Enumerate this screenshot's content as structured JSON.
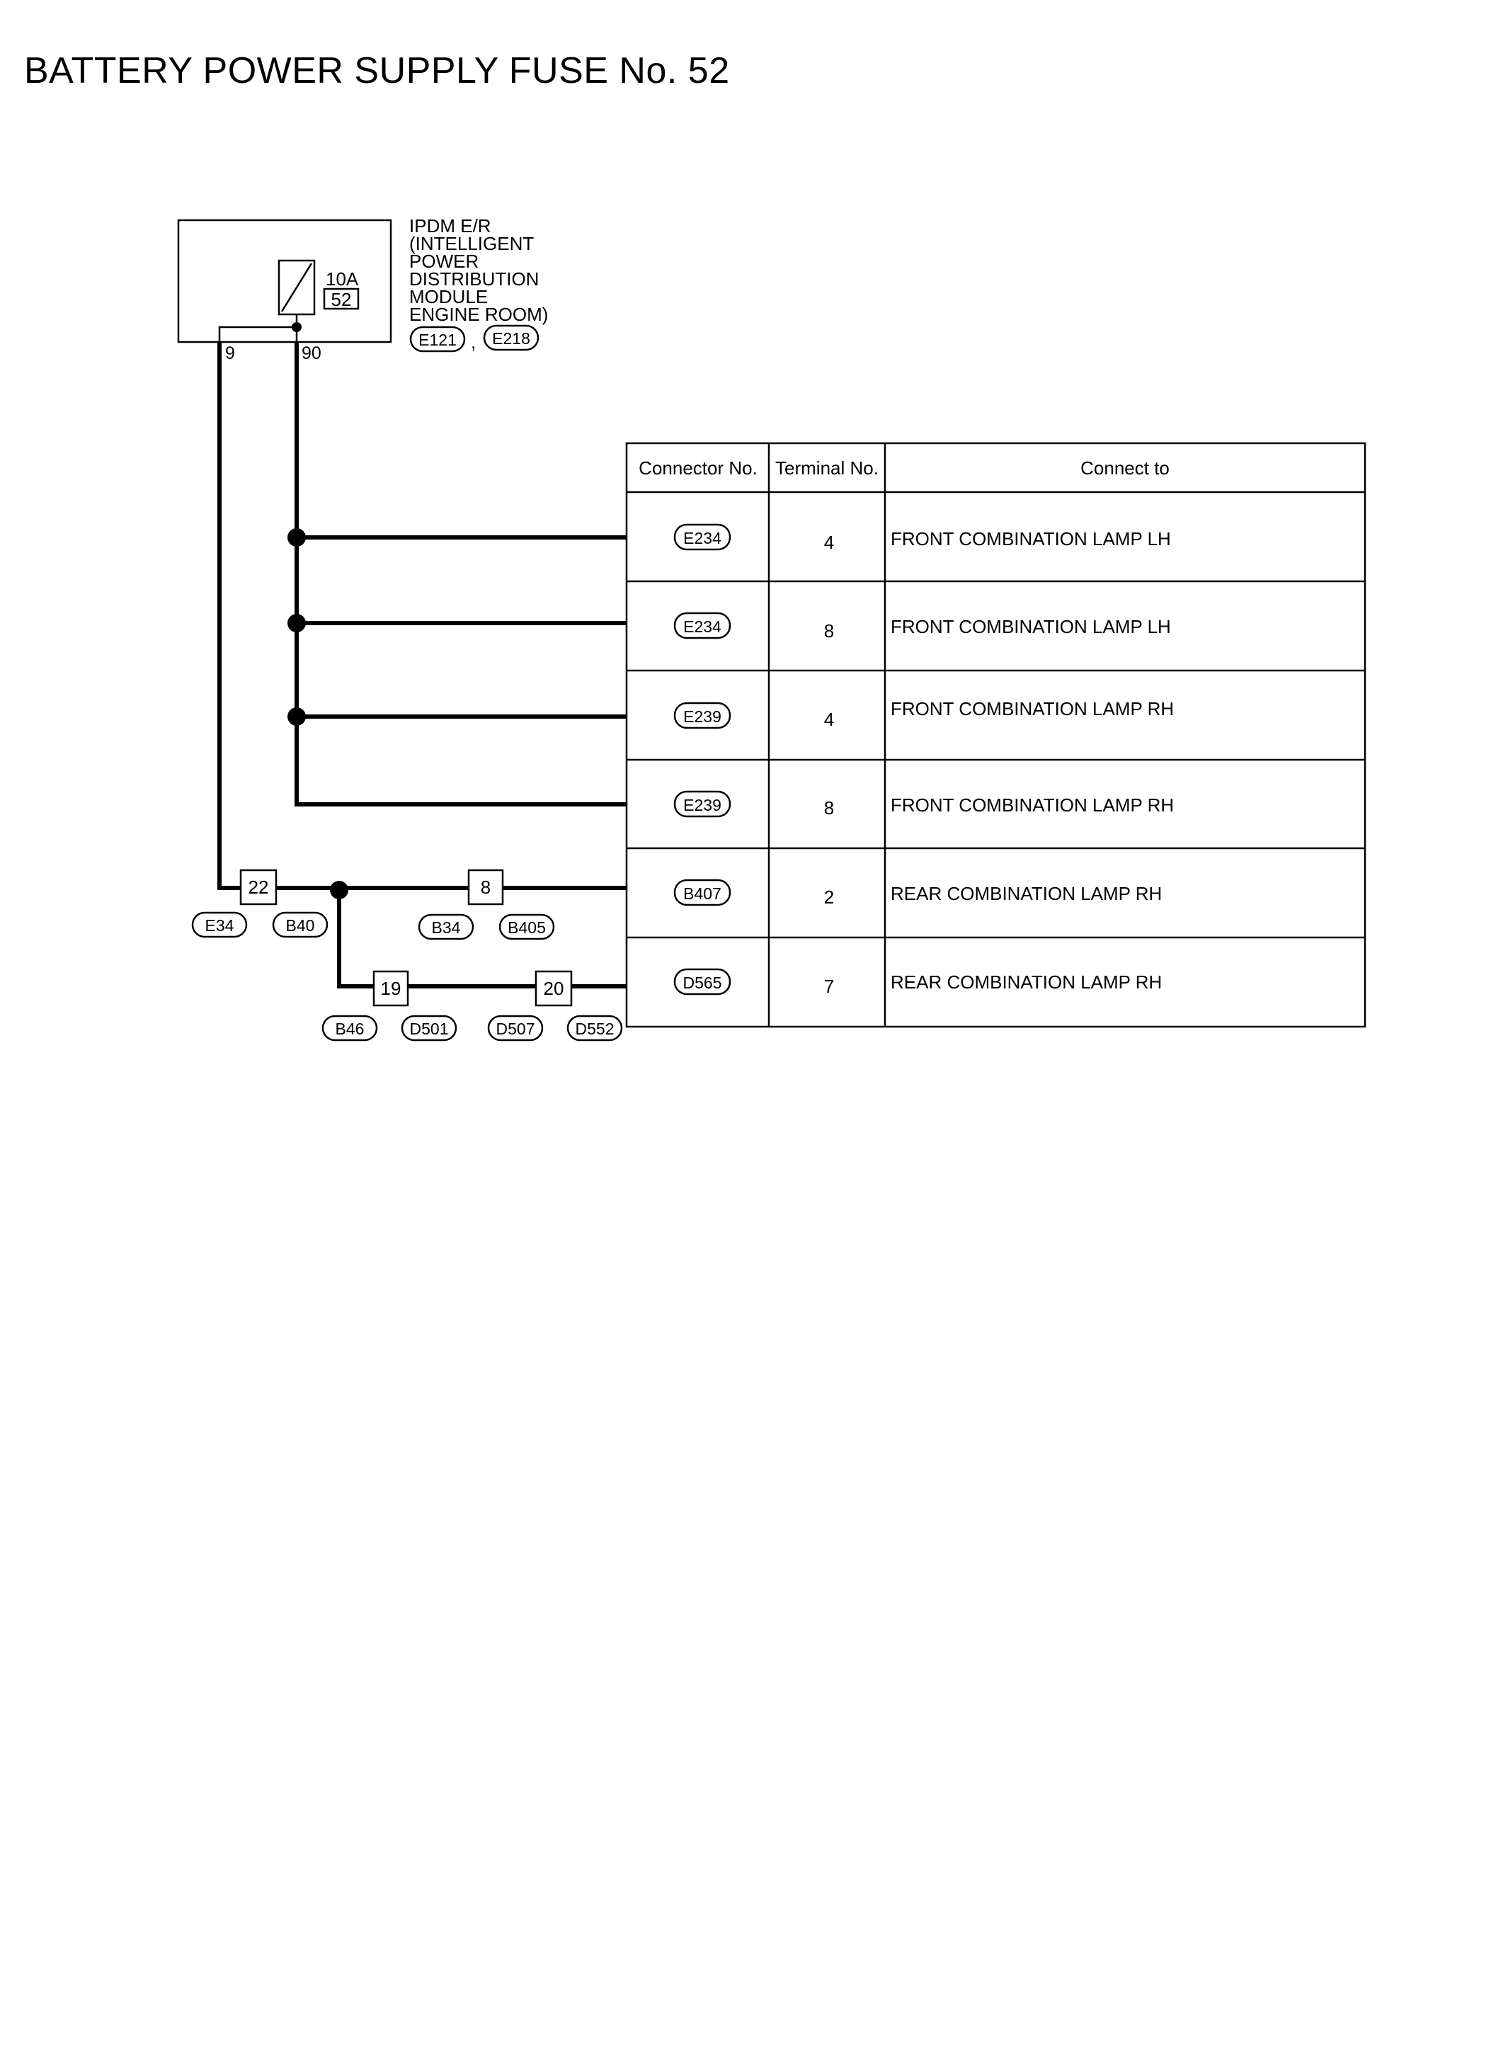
{
  "title": "BATTERY POWER SUPPLY FUSE No. 52",
  "ipdm": {
    "label_lines": [
      "IPDM E/R",
      "(INTELLIGENT",
      "POWER",
      "DISTRIBUTION",
      "MODULE",
      "ENGINE ROOM)"
    ],
    "connectors": [
      "E121",
      "E218"
    ],
    "separator": ",",
    "fuse_amps": "10A",
    "fuse_number": "52",
    "terminals": [
      "9",
      "90"
    ]
  },
  "splice_left": {
    "terminal": "22",
    "connectors": [
      "E34",
      "B40"
    ]
  },
  "splice_mid": {
    "terminal": "8",
    "connectors": [
      "B34",
      "B405"
    ]
  },
  "splice_bottom_a": {
    "terminal": "19",
    "connectors": [
      "B46",
      "D501"
    ]
  },
  "splice_bottom_b": {
    "terminal": "20",
    "connectors": [
      "D507",
      "D552"
    ]
  },
  "table": {
    "headers": [
      "Connector No.",
      "Terminal No.",
      "Connect to"
    ],
    "rows": [
      {
        "connector": "E234",
        "terminal": "4",
        "connect_to": "FRONT COMBINATION LAMP LH"
      },
      {
        "connector": "E234",
        "terminal": "8",
        "connect_to": "FRONT COMBINATION LAMP LH"
      },
      {
        "connector": "E239",
        "terminal": "4",
        "connect_to": "FRONT COMBINATION LAMP RH"
      },
      {
        "connector": "E239",
        "terminal": "8",
        "connect_to": "FRONT COMBINATION LAMP RH"
      },
      {
        "connector": "B407",
        "terminal": "2",
        "connect_to": "REAR COMBINATION LAMP RH"
      },
      {
        "connector": "D565",
        "terminal": "7",
        "connect_to": "REAR COMBINATION LAMP RH"
      }
    ]
  }
}
